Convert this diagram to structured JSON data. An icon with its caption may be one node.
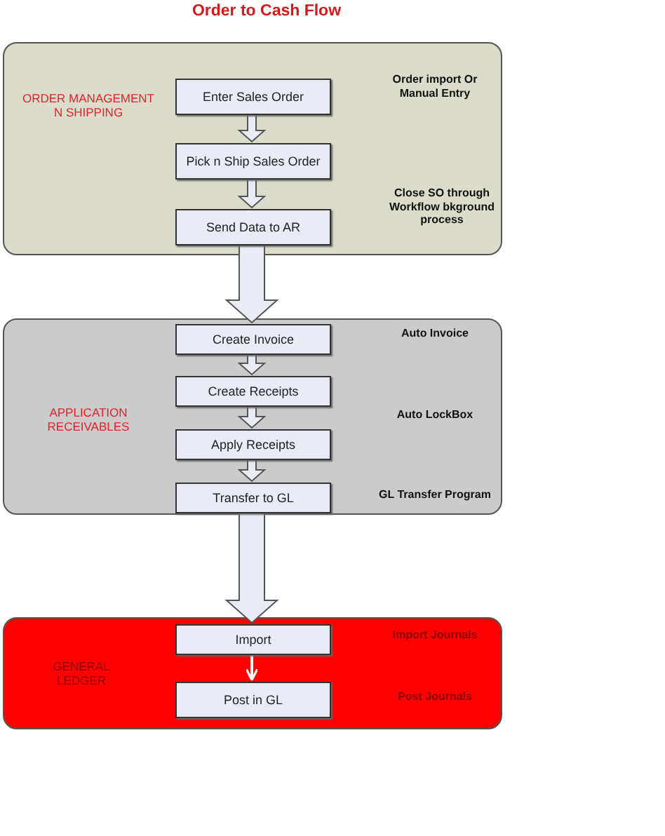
{
  "diagram": {
    "title": "Order to Cash Flow",
    "nodes": [
      {
        "text": [
          "ORDER MANAGEMENT N SHIPPING"
        ]
      },
      {
        "text": [
          "Enter Sales Order"
        ],
        "in": 0
      },
      {
        "text": [
          "Pick n Ship Sales Order"
        ],
        "in": 0
      },
      {
        "text": [
          "Send Data to AR"
        ],
        "in": 0
      },
      {
        "text": [
          "APPLICATION RECEIVABLES"
        ]
      },
      {
        "text": [
          "Create Invoice"
        ],
        "in": 4
      },
      {
        "text": [
          "Create Receipts"
        ],
        "in": 4
      },
      {
        "text": [
          "Apply Receipts"
        ],
        "in": 4
      },
      {
        "text": [
          "Transfer to GL"
        ],
        "in": 4
      },
      {
        "text": [
          "GENERAL LEDGER"
        ]
      },
      {
        "text": [
          "Import"
        ],
        "in": 9
      },
      {
        "text": [
          "Post in GL"
        ],
        "in": 9
      }
    ],
    "edges": [
      {
        "from": 1,
        "to": 2,
        "arrow": "to"
      },
      {
        "from": 2,
        "to": 3,
        "arrow": "to"
      },
      {
        "from": 3,
        "to": 5,
        "arrow": "to",
        "style": "thick"
      },
      {
        "from": 5,
        "to": 6,
        "arrow": "to"
      },
      {
        "from": 6,
        "to": 7,
        "arrow": "to"
      },
      {
        "from": 7,
        "to": 8,
        "arrow": "to"
      },
      {
        "from": 8,
        "to": 10,
        "arrow": "to",
        "style": "thick"
      },
      {
        "from": 10,
        "to": 11,
        "arrow": "to",
        "color": "#ffffff"
      }
    ],
    "labels": [
      "Order import Or Manual Entry",
      "Close SO through Workflow bkground process",
      "Auto Invoice",
      "Auto LockBox",
      "GL Transfer Program",
      "Import Journals",
      "Post Journals"
    ]
  }
}
